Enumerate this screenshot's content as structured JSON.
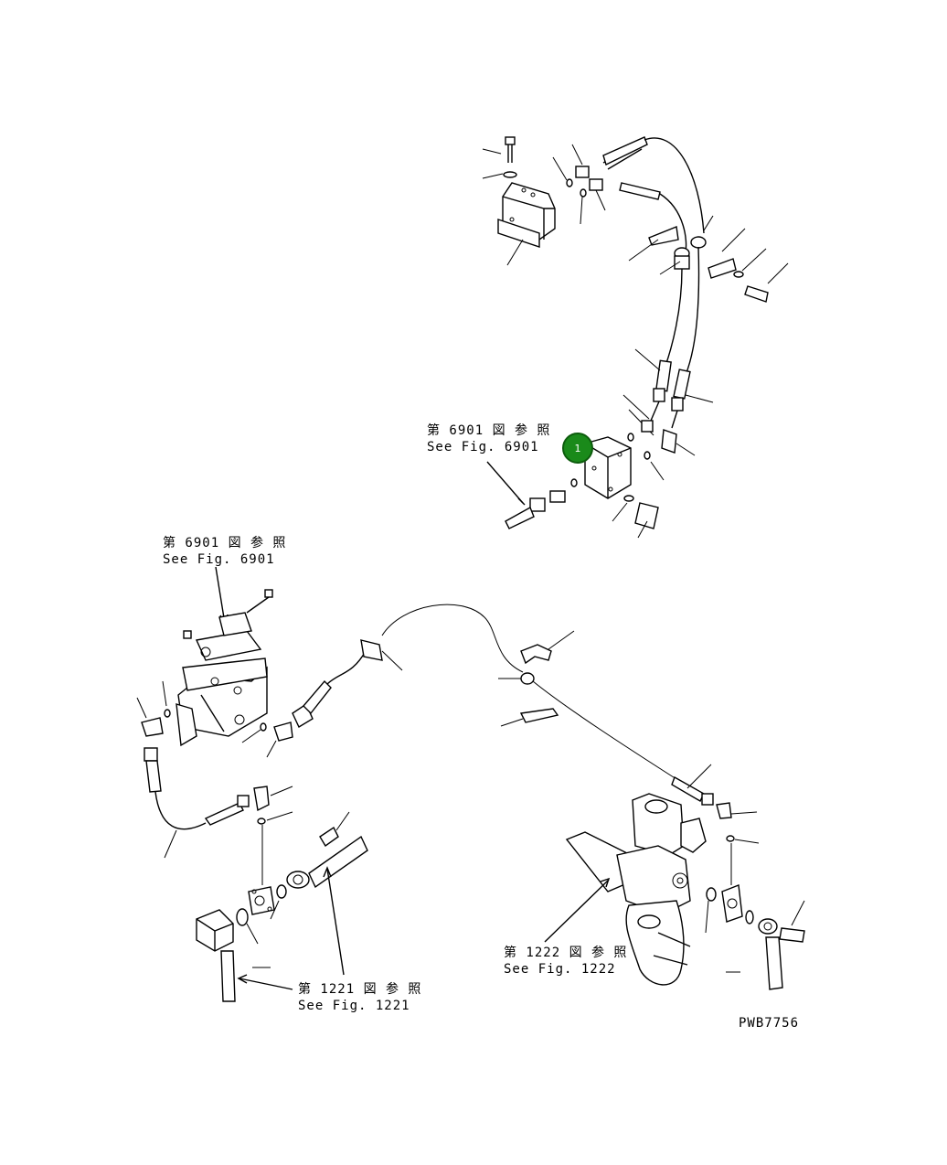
{
  "references": {
    "top": {
      "jp": "第 6901 図 参 照",
      "en": "See Fig. 6901"
    },
    "left": {
      "jp": "第 6901 図 参 照",
      "en": "See Fig. 6901"
    },
    "bottom_left": {
      "jp": "第 1221 図 参 照",
      "en": "See Fig. 1221"
    },
    "bottom_right": {
      "jp": "第 1222 図 参 照",
      "en": "See Fig. 1222"
    }
  },
  "callout": {
    "number": "1",
    "color": "#1a8a1a"
  },
  "drawing_code": "PWB7756"
}
